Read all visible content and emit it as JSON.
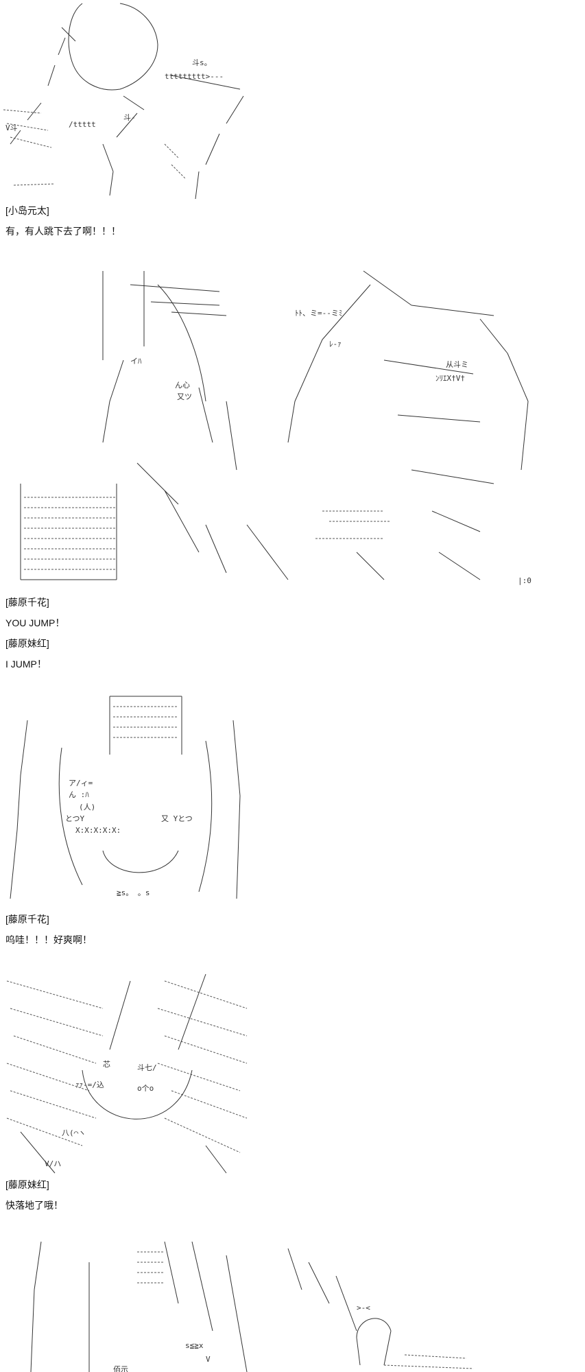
{
  "dialogue": [
    {
      "speaker": "[小岛元太]",
      "line": "有，有人跳下去了啊！！！"
    },
    {
      "speaker": "[藤原千花]",
      "line": "YOU JUMP！"
    },
    {
      "speaker": "[藤原妹红]",
      "line": "I JUMP！"
    },
    {
      "speaker": "[藤原千花]",
      "line": "呜哇！！！好爽啊！"
    },
    {
      "speaker": "[藤原妹红]",
      "line": "快落地了哦！"
    }
  ],
  "art_fragments": {
    "panel1": [
      "斗s。",
      "ttttttttt>---",
      "斗-",
      "/ttttt",
      "V斗"
    ],
    "panel2": [
      "ﾄﾄ、ミ=--ミﾐ",
      "ﾚ-ｧ",
      "从斗ミ",
      "ﾝﾘｴX†V†",
      "ん心",
      "又ツ",
      "イﾊ",
      "|:0"
    ],
    "panel3": [
      "ア/ィ=",
      "ん  :ﾊ",
      "(人)",
      "とつY",
      "X:X:X:X:X:",
      "又 Yとつ",
      "≧s。 。s"
    ],
    "panel4": [
      "芯",
      "斗七/",
      "ｧｧ-=/込",
      "o个o",
      "八(⌒ヽ",
      "V/ハ"
    ],
    "panel5": [
      "s≦≧x",
      "佰示",
      "V",
      ">-<"
    ]
  }
}
